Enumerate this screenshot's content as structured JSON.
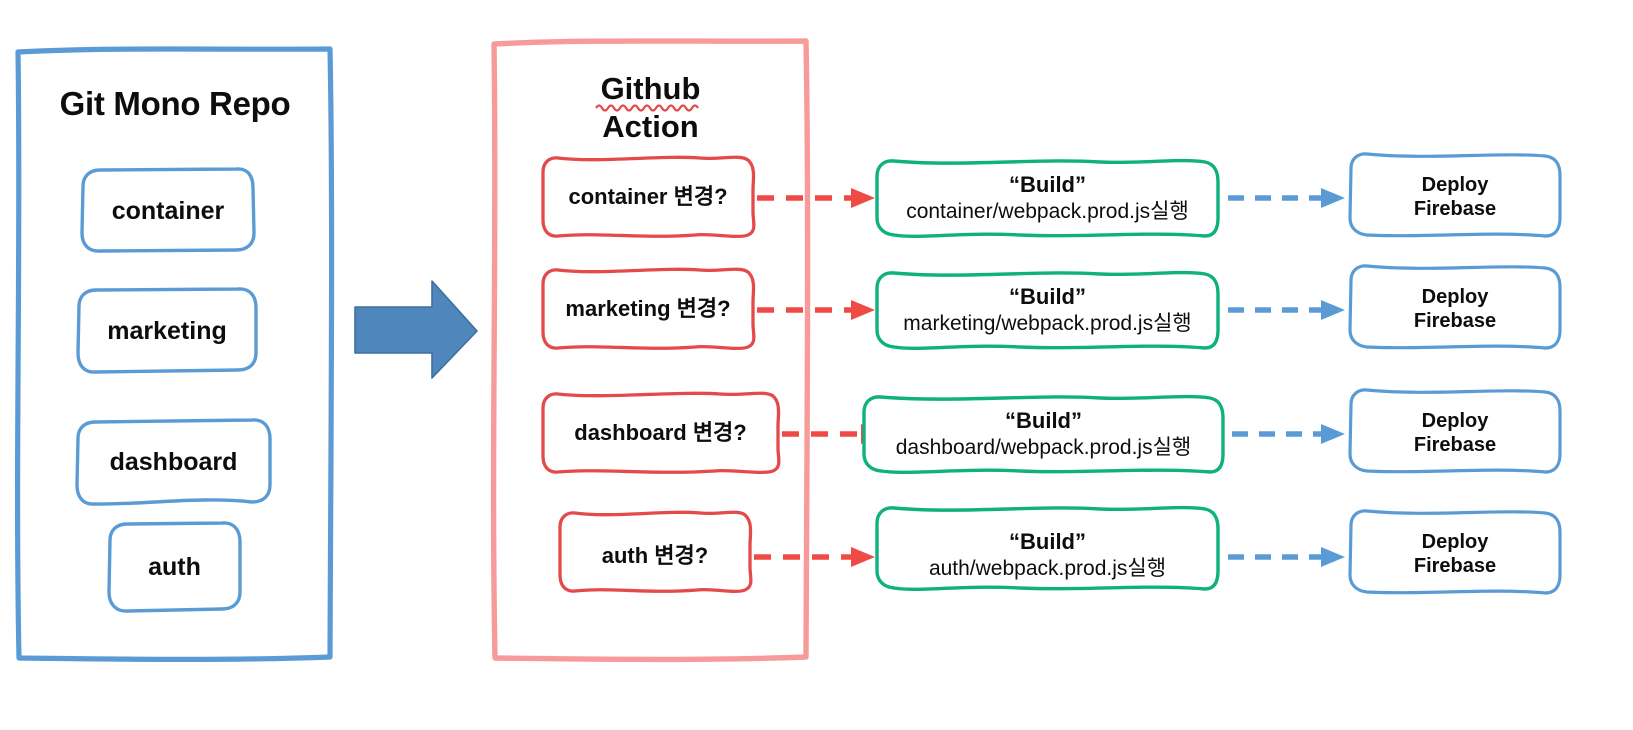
{
  "diagram": {
    "title_visible": false,
    "colors": {
      "blue_stroke": "#5B9BD5",
      "blue_fill": "#5B9BD5",
      "pink_stroke": "#F69B99",
      "red_stroke": "#E34A4A",
      "green_stroke": "#0FB27E",
      "text": "#0D0D0D",
      "background": "#FFFFFF",
      "spellcheck_underline": "#E34A4A"
    }
  },
  "repo_panel": {
    "title": "Git Mono Repo",
    "items": [
      {
        "label": "container"
      },
      {
        "label": "marketing"
      },
      {
        "label": "dashboard"
      },
      {
        "label": "auth"
      }
    ]
  },
  "transition_arrow": {
    "name": "big-right-arrow",
    "direction": "right",
    "color": "#5B9BD5"
  },
  "action_panel": {
    "title_line1": "Github",
    "title_line2": "Action",
    "title": "Github\nAction",
    "rows": [
      {
        "condition": "container 변경?",
        "build_title": "“Build”",
        "build_command": "container/webpack.prod.js실행",
        "deploy_line1": "Deploy",
        "deploy_line2": "Firebase",
        "condition_arrow": "red-dashed-arrow",
        "deploy_arrow": "blue-dashed-arrow"
      },
      {
        "condition": "marketing 변경?",
        "build_title": "“Build”",
        "build_command": "marketing/webpack.prod.js실행",
        "deploy_line1": "Deploy",
        "deploy_line2": "Firebase",
        "condition_arrow": "red-dashed-arrow",
        "deploy_arrow": "blue-dashed-arrow"
      },
      {
        "condition": "dashboard 변경?",
        "build_title": "“Build”",
        "build_command": "dashboard/webpack.prod.js실행",
        "deploy_line1": "Deploy",
        "deploy_line2": "Firebase",
        "condition_arrow": "red-dashed-arrow",
        "deploy_arrow": "blue-dashed-arrow"
      },
      {
        "condition": "auth 변경?",
        "build_title": "“Build”",
        "build_command": "auth/webpack.prod.js실행",
        "deploy_line1": "Deploy",
        "deploy_line2": "Firebase",
        "condition_arrow": "red-dashed-arrow",
        "deploy_arrow": "blue-dashed-arrow"
      }
    ]
  }
}
